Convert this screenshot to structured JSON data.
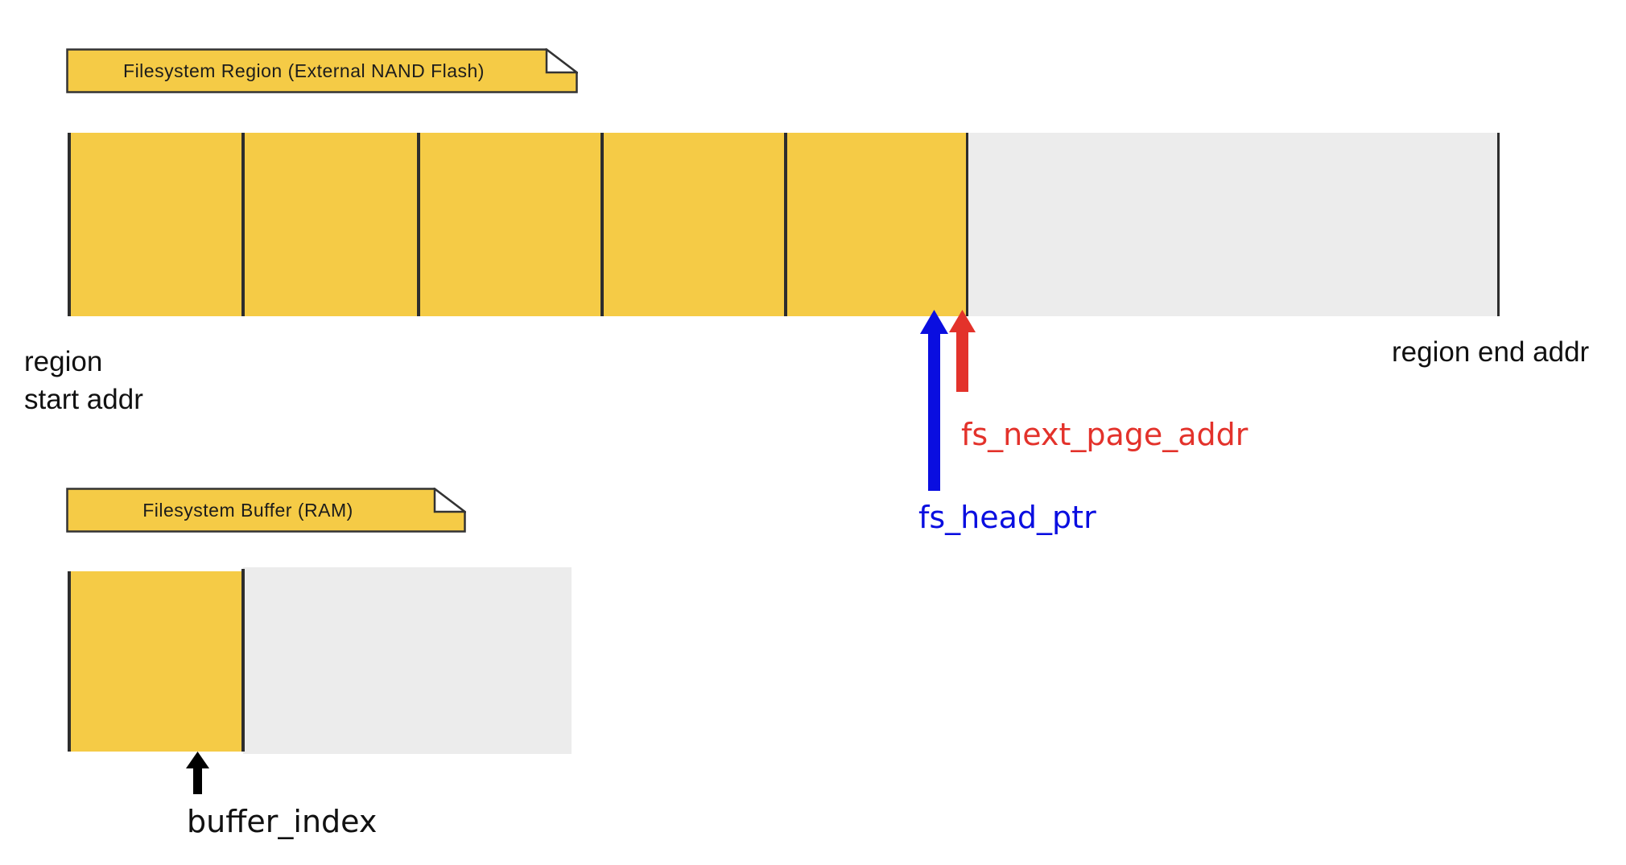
{
  "flash_note": {
    "label": "Filesystem Region (External NAND Flash)"
  },
  "buffer_note": {
    "label": "Filesystem Buffer (RAM)"
  },
  "region_start_label": [
    "region",
    "start addr"
  ],
  "region_end_label": "region end addr",
  "pointers": {
    "fs_next_page_addr": "fs_next_page_addr",
    "fs_head_ptr": "fs_head_ptr",
    "buffer_index": "buffer_index"
  },
  "colors": {
    "used": "#f5cb46",
    "free": "#ececec",
    "fs_next_page_addr": "#e3322b",
    "fs_head_ptr": "#0a0ee0",
    "buffer_index": "#000000"
  },
  "flash_region": {
    "used_pages": 5
  },
  "ram_buffer": {
    "used_pages": 1
  }
}
